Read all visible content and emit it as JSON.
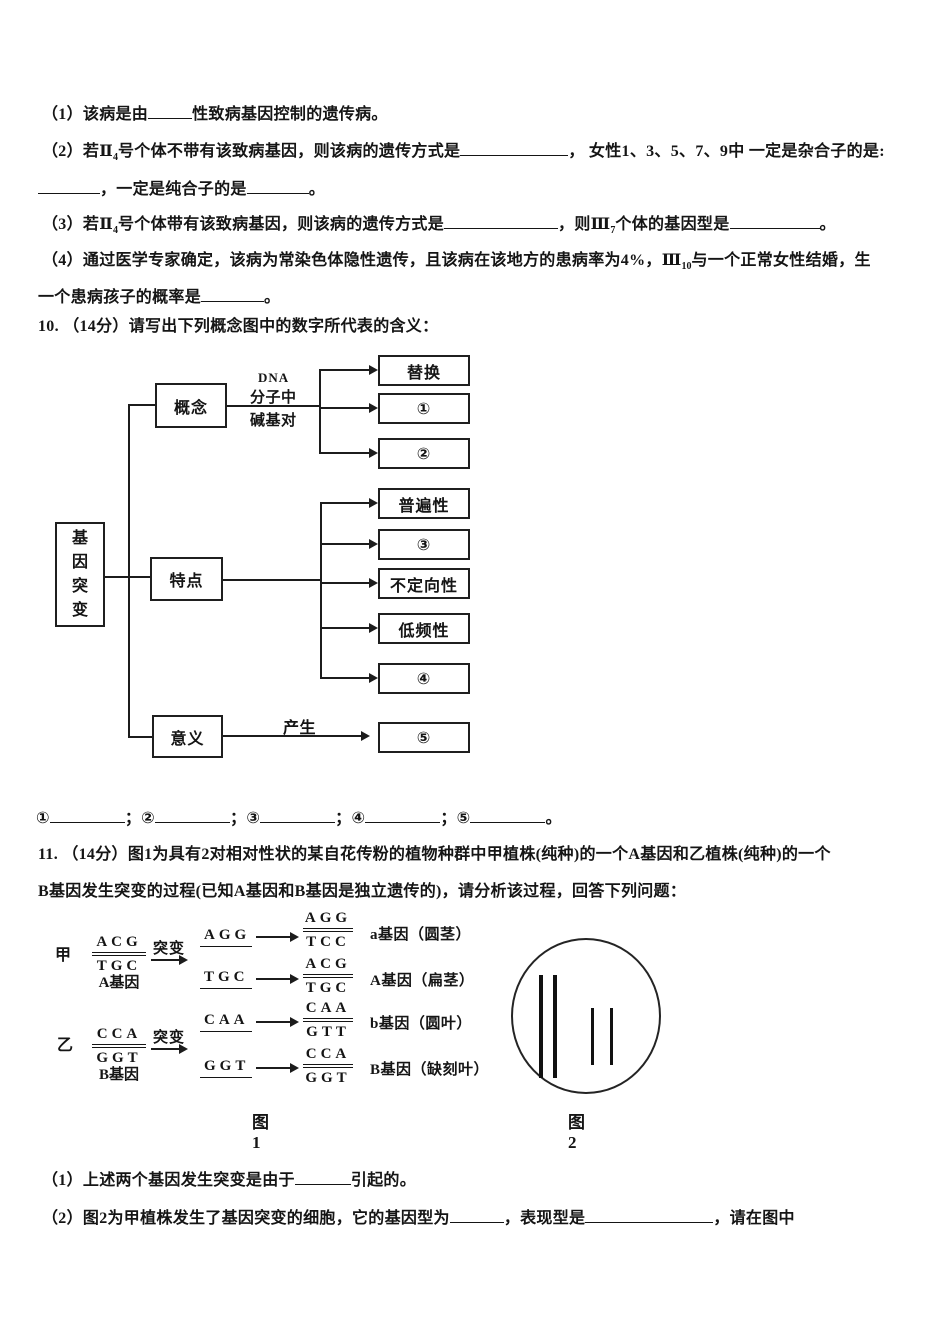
{
  "q9": {
    "l1a": "（1）该病是由",
    "l1b": "性致病基因控制的遗传病。",
    "l2a": "（2）若Ⅱ",
    "l2sub": "4",
    "l2b": "号个体不带有该致病基因，则该病的遗传方式是",
    "l2c": "， 女性1、3、5、7、9中 一定是杂合子的是:",
    "l3a": "，一定是纯合子的是",
    "l3b": "。",
    "l4a": "（3）若Ⅱ",
    "l4sub1": "4",
    "l4b": "号个体带有该致病基因，则该病的遗传方式是",
    "l4c": "，则Ⅲ",
    "l4sub2": "7",
    "l4d": "个体的基因型是",
    "l4e": "。",
    "l5a": "（4）通过医学专家确定，该病为常染色体隐性遗传，且该病在该地方的患病率为4%，Ⅲ",
    "l5sub": "10",
    "l5b": "与一个正常女性结婚，生",
    "l6a": "一个患病孩子的概率是",
    "l6b": "。"
  },
  "q10": {
    "stem": "10. （14分）请写出下列概念图中的数字所代表的含义：",
    "root": "基因突变",
    "branch_concept": "概念",
    "branch_feature": "特点",
    "branch_meaning": "意义",
    "edge_dna1": "DNA",
    "edge_dna2": "分子中",
    "edge_dna3": "碱基对",
    "edge_produce": "产生",
    "leaf_substitute": "替换",
    "leaf_1": "①",
    "leaf_2": "②",
    "leaf_universal": "普遍性",
    "leaf_3": "③",
    "leaf_nondirectional": "不定向性",
    "leaf_lowfreq": "低频性",
    "leaf_4": "④",
    "leaf_5": "⑤",
    "answers": {
      "n1": "①",
      "n2": "；②",
      "n3": "；③",
      "n4": "；④",
      "n5": "；⑤",
      "end": "。"
    }
  },
  "q11": {
    "stem1": "11. （14分）图1为具有2对相对性状的某自花传粉的植物种群中甲植株(纯种)的一个A基因和乙植株(纯种)的一个",
    "stem2": "B基因发生突变的过程(已知A基因和B基因是独立遗传的)，请分析该过程，回答下列问题：",
    "fig1": {
      "caption": "图1",
      "rowA": {
        "plant": "甲",
        "top": "ACG",
        "bottom": "TGC",
        "gene": "A基因",
        "mut": "突变",
        "p1": "AGG",
        "p1top": "AGG",
        "p1bottom": "TCC",
        "p1res": "a基因（圆茎）",
        "p2": "TGC",
        "p2top": "ACG",
        "p2bottom": "TGC",
        "p2res": "A基因（扁茎）"
      },
      "rowB": {
        "plant": "乙",
        "top": "CCA",
        "bottom": "GGT",
        "gene": "B基因",
        "mut": "突变",
        "p1": "CAA",
        "p1top": "CAA",
        "p1bottom": "GTT",
        "p1res": "b基因（圆叶）",
        "p2": "GGT",
        "p2top": "CCA",
        "p2bottom": "GGT",
        "p2res": "B基因（缺刻叶）"
      }
    },
    "fig2": {
      "caption": "图2"
    },
    "sub1a": "（1）上述两个基因发生突变是由于",
    "sub1b": "引起的。",
    "sub2a": "（2）图2为甲植株发生了基因突变的细胞，它的基因型为",
    "sub2b": "，表现型是",
    "sub2c": "，请在图中"
  }
}
